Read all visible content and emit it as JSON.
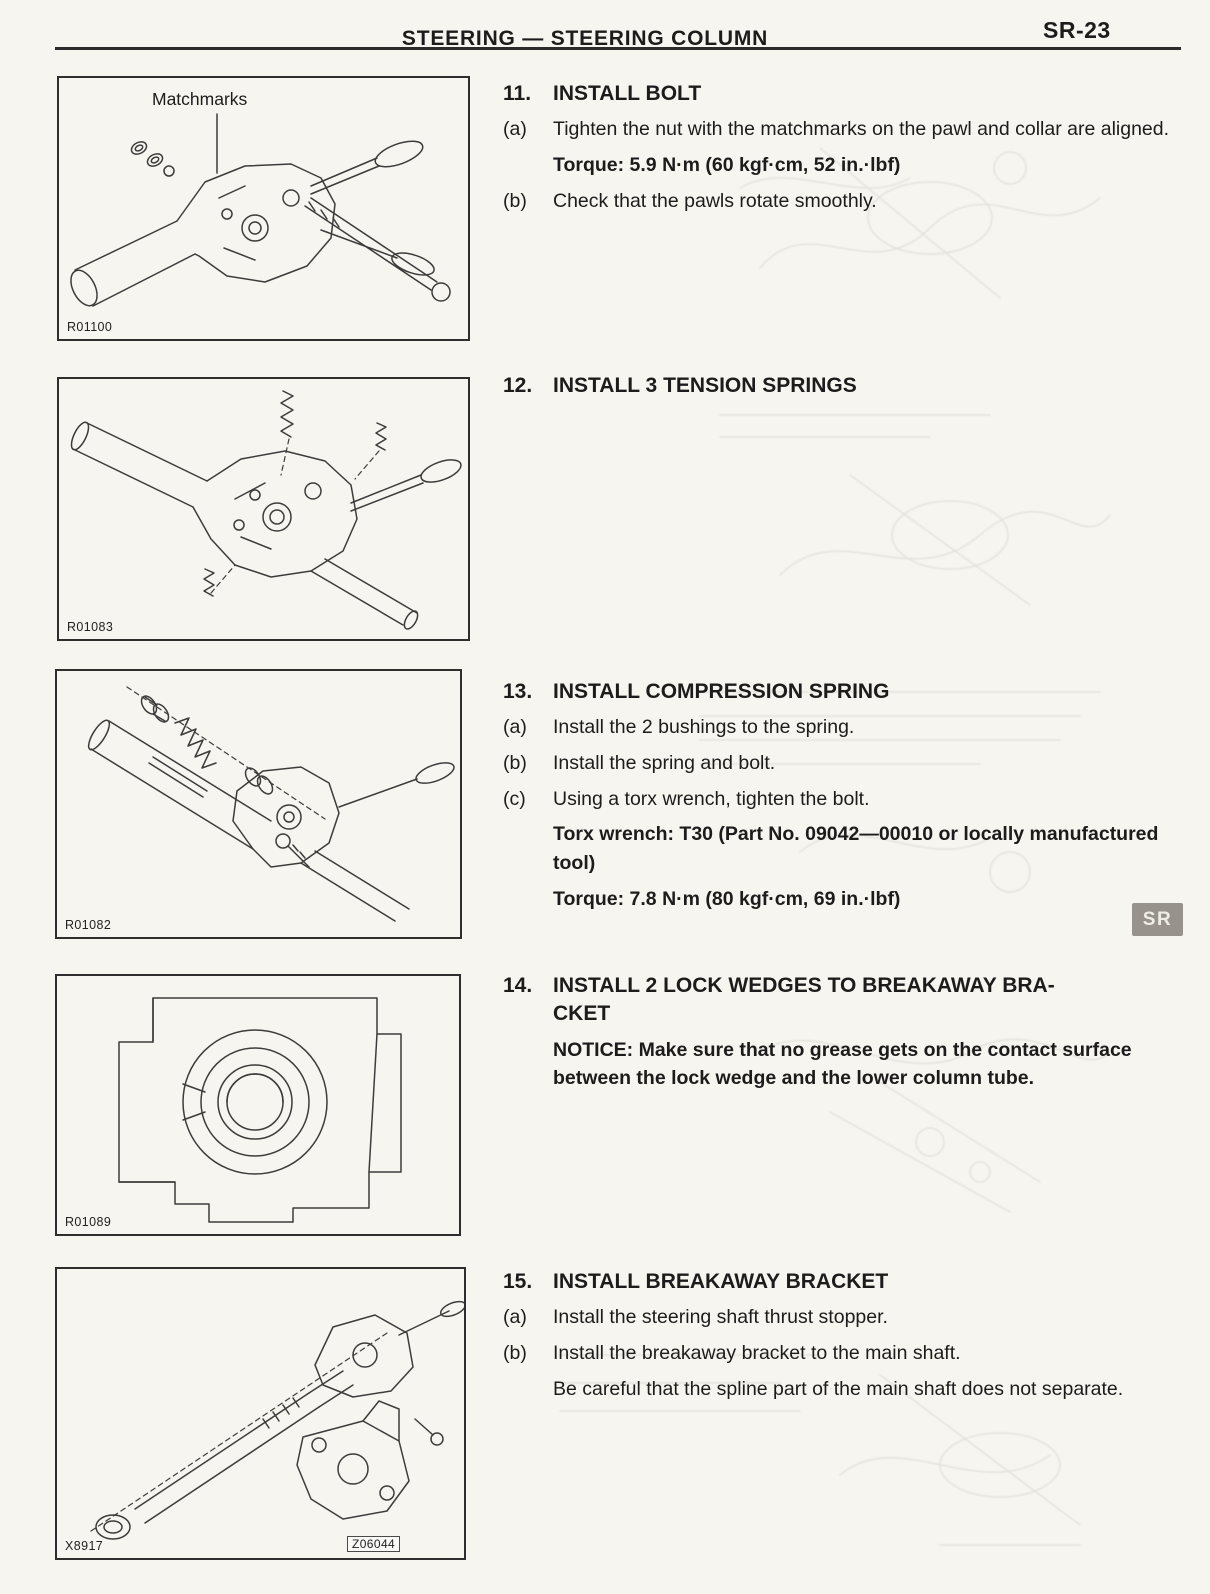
{
  "page": {
    "header_title": "STEERING — STEERING COLUMN",
    "page_number": "SR-23",
    "side_tab": "SR"
  },
  "colors": {
    "paper": "#f6f5ef",
    "ink": "#1c1c1c",
    "side_tab_bg": "#97938c"
  },
  "figures": [
    {
      "code": "R01100",
      "label": "Matchmarks"
    },
    {
      "code": "R01083"
    },
    {
      "code": "R01082"
    },
    {
      "code": "R01089"
    },
    {
      "code": "X8917",
      "code_secondary": "Z06044"
    }
  ],
  "sections": [
    {
      "number": "11.",
      "title": "INSTALL BOLT",
      "steps": [
        {
          "marker": "(a)",
          "text": "Tighten the nut with the matchmarks on the pawl and collar are aligned."
        },
        {
          "marker": "",
          "text": "Torque: 5.9 N·m (60 kgf·cm, 52 in.·lbf)"
        },
        {
          "marker": "(b)",
          "text": "Check that the pawls rotate smoothly."
        }
      ]
    },
    {
      "number": "12.",
      "title": "INSTALL 3 TENSION SPRINGS",
      "steps": []
    },
    {
      "number": "13.",
      "title": "INSTALL COMPRESSION SPRING",
      "steps": [
        {
          "marker": "(a)",
          "text": "Install the 2 bushings to the spring."
        },
        {
          "marker": "(b)",
          "text": "Install the spring and bolt."
        },
        {
          "marker": "(c)",
          "text": "Using a torx wrench, tighten the bolt."
        },
        {
          "marker": "",
          "text": "Torx wrench: T30 (Part No. 09042—00010 or locally manufactured tool)"
        },
        {
          "marker": "",
          "text": "Torque: 7.8 N·m (80 kgf·cm, 69 in.·lbf)"
        }
      ]
    },
    {
      "number": "14.",
      "title": "INSTALL 2 LOCK WEDGES TO BREAKAWAY BRA-",
      "title_continued": "CKET",
      "steps": [
        {
          "marker": "",
          "text": "NOTICE: Make sure that no grease gets on the contact surface between the lock wedge and the lower column tube."
        }
      ]
    },
    {
      "number": "15.",
      "title": "INSTALL BREAKAWAY BRACKET",
      "steps": [
        {
          "marker": "(a)",
          "text": "Install the steering shaft thrust stopper."
        },
        {
          "marker": "(b)",
          "text": "Install the breakaway bracket to the main shaft."
        },
        {
          "marker": "",
          "text": "Be careful that the spline part of the main shaft does not separate."
        }
      ]
    }
  ]
}
